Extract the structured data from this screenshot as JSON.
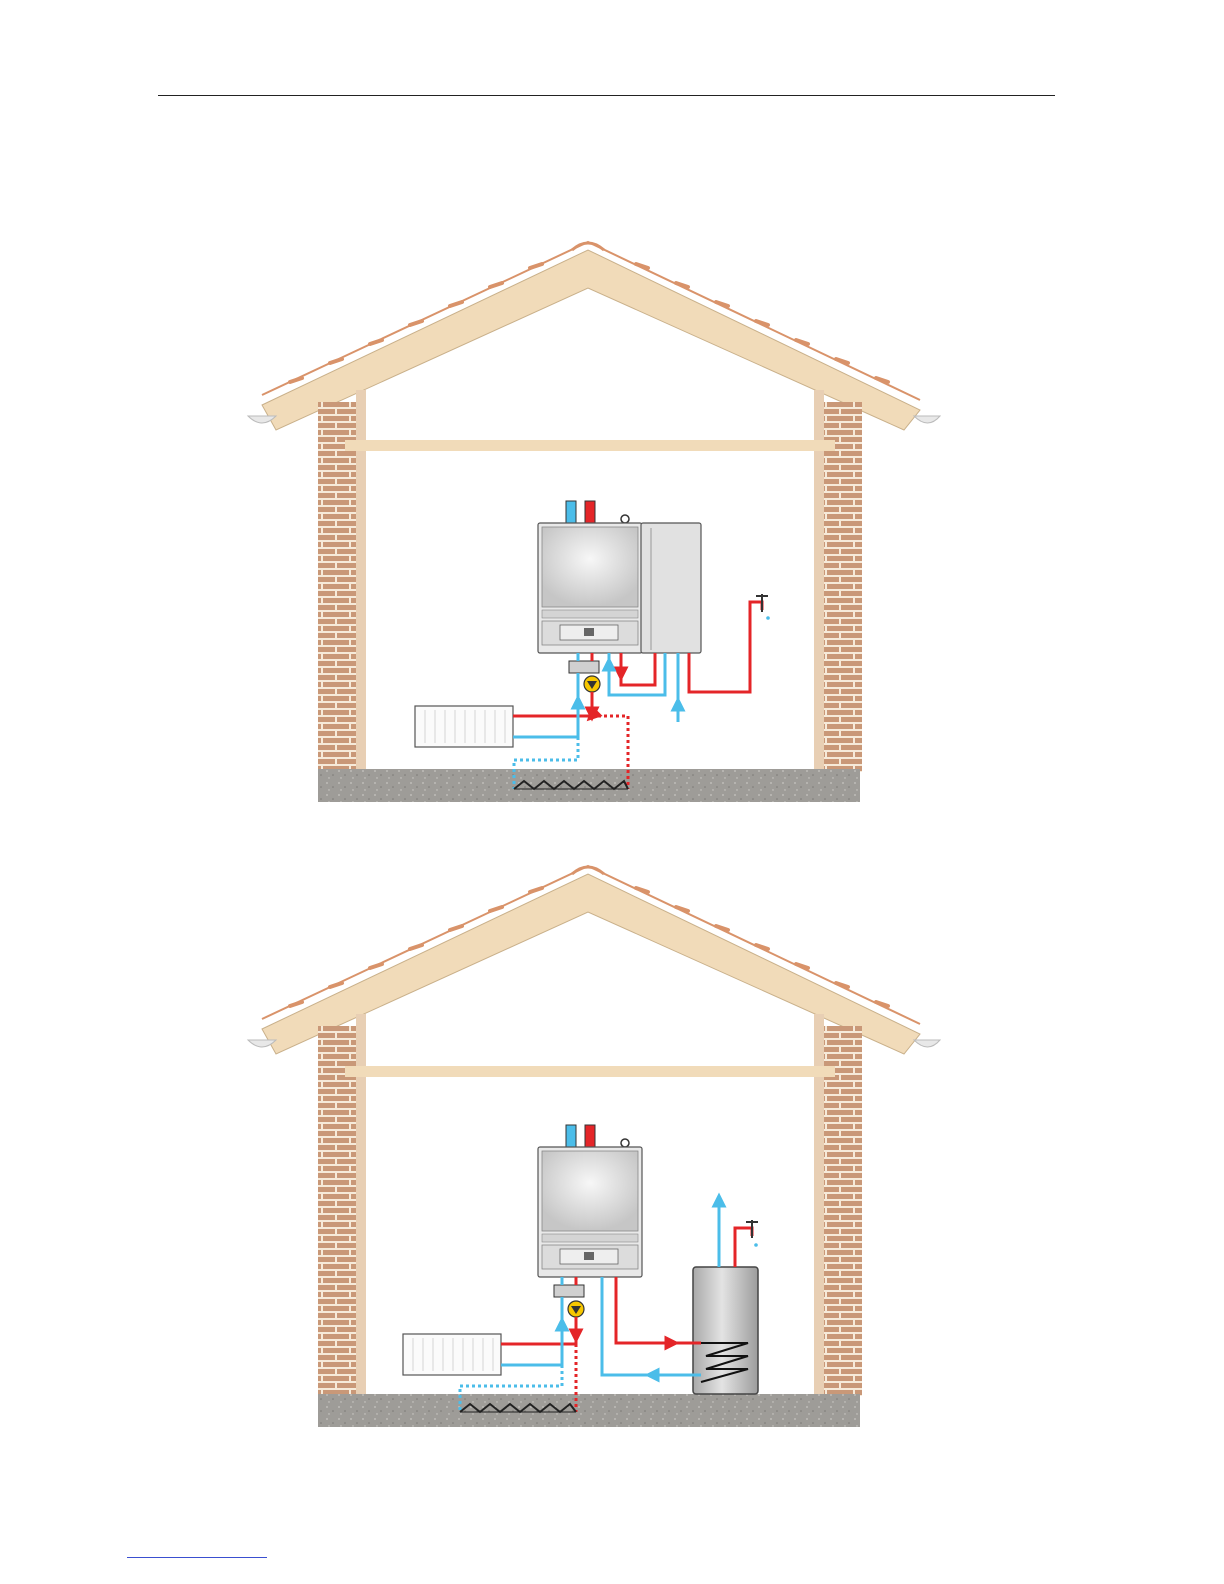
{
  "page": {
    "background": "#ffffff"
  },
  "colors": {
    "hot": "#e42528",
    "cold": "#4bbde9",
    "brick": "#c99878",
    "mortar": "#f6ead9",
    "roof_beam": "#f1dbb9",
    "roof_tile": "#d9936a",
    "floor": "#9e9c98",
    "boiler_body": "#e9e9e9",
    "boiler_panel": "#c9c9c9",
    "pump": "#f7c700",
    "tank": "#b8b8b8"
  },
  "diagrams": [
    {
      "id": "combi-system",
      "components": [
        "roof",
        "brick-walls",
        "ceiling-beam",
        "floor-slab",
        "boiler",
        "hot-water-cylinder-unit",
        "mixing-valve",
        "circulation-pump",
        "radiator",
        "underfloor-heating-loop",
        "hot-water-tap",
        "cold-water-inlet"
      ]
    },
    {
      "id": "boiler-with-storage-tank",
      "components": [
        "roof",
        "brick-walls",
        "ceiling-beam",
        "floor-slab",
        "boiler",
        "mixing-valve",
        "circulation-pump",
        "radiator",
        "underfloor-heating-loop",
        "storage-tank",
        "tank-coil",
        "hot-water-tap",
        "cold-water-inlet"
      ]
    }
  ],
  "icons": [
    "tap-icon",
    "pump-icon",
    "valve-icon",
    "flow-arrow-icon"
  ]
}
